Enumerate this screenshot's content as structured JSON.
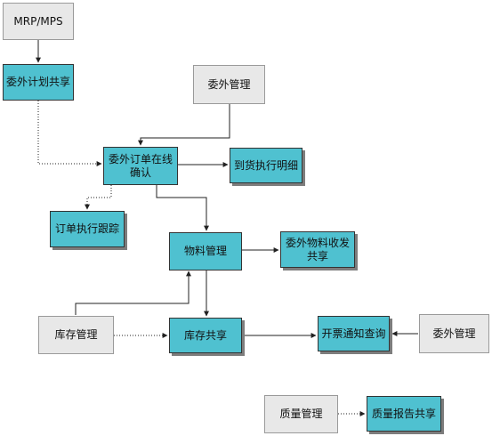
{
  "nodes": {
    "mrp_mps": "MRP/MPS",
    "outsourcing_plan_share": "委外计划共享",
    "outsourcing_mgmt_top": "委外管理",
    "order_online_confirm": "委外订单在线\n确认",
    "arrival_execution_detail": "到货执行明细",
    "order_execution_tracking": "订单执行跟踪",
    "material_mgmt": "物料管理",
    "material_transfer_share": "委外物料收发\n共享",
    "inventory_mgmt": "库存管理",
    "inventory_share": "库存共享",
    "invoice_notice_query": "开票通知查询",
    "outsourcing_mgmt_right": "委外管理",
    "quality_mgmt": "质量管理",
    "quality_report_share": "质量报告共享"
  },
  "colors": {
    "gray_fill": "#e8e8e8",
    "teal_fill": "#4fc1d0",
    "arrow": "#222222"
  }
}
